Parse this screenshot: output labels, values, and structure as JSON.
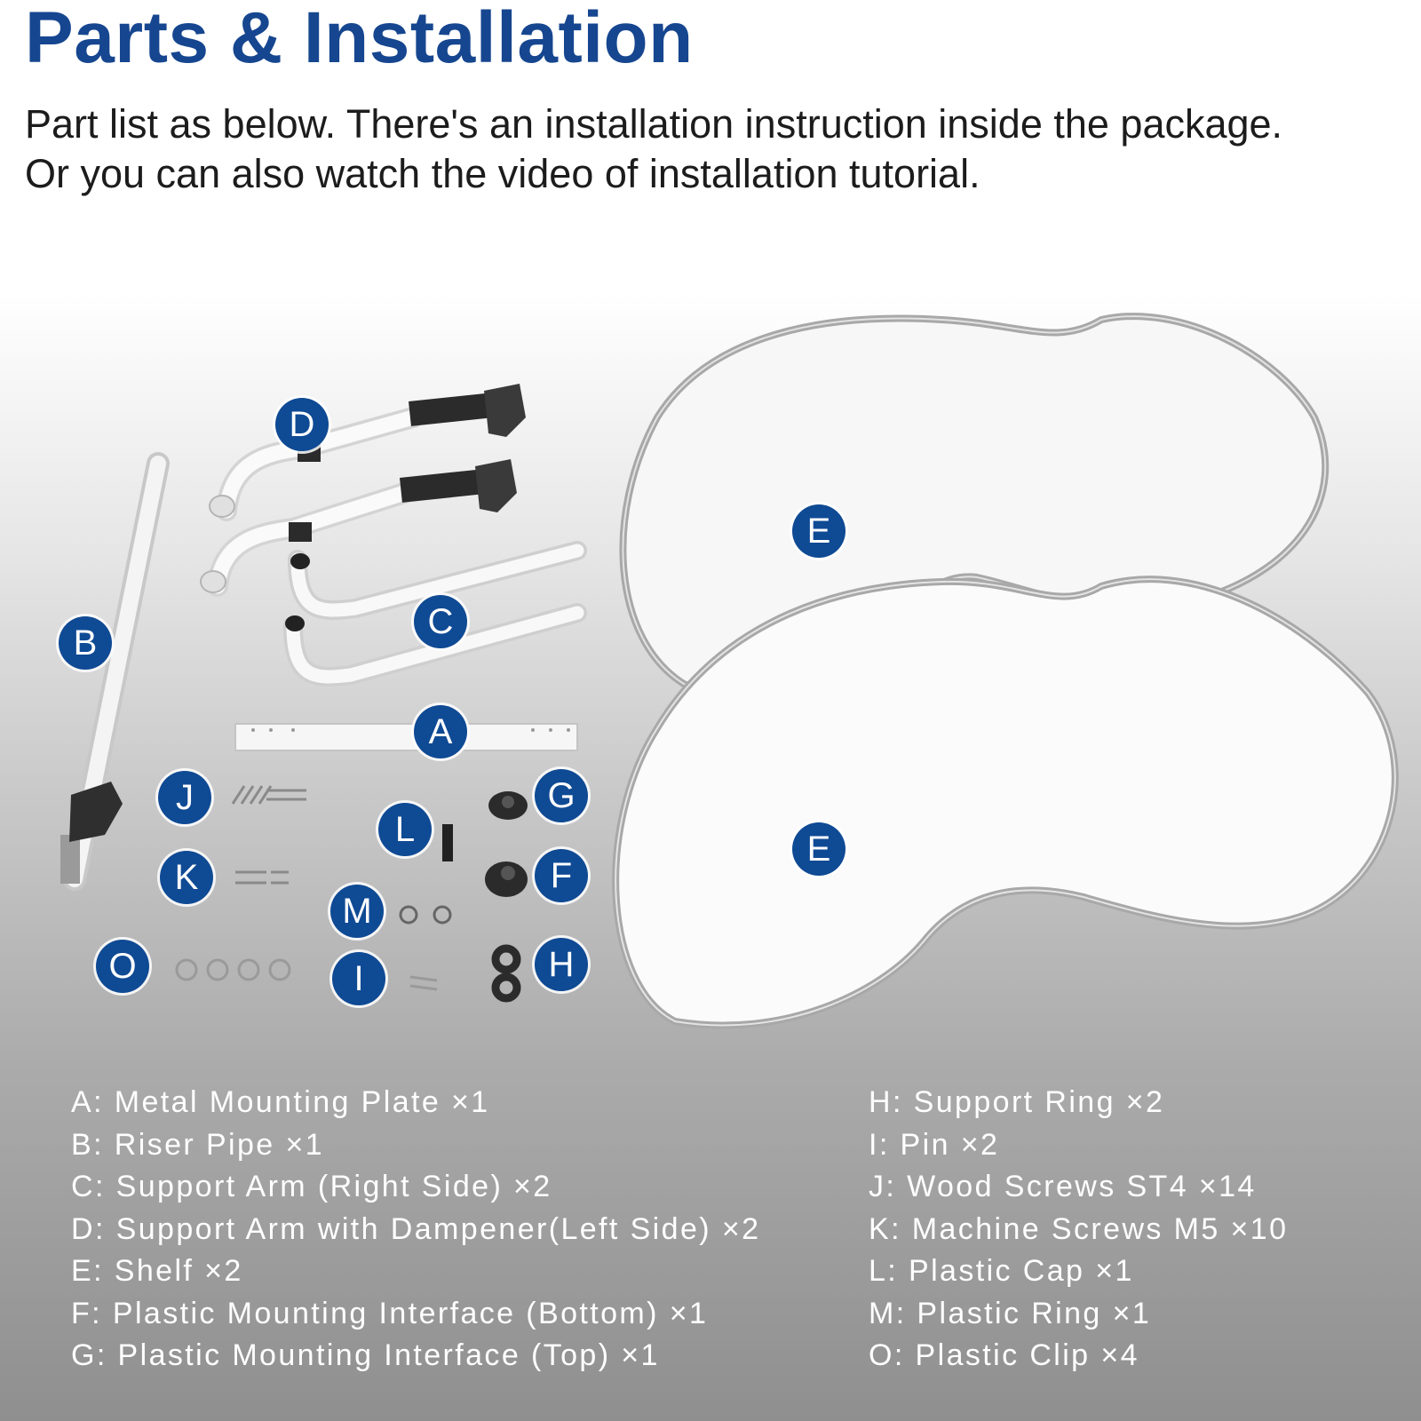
{
  "header": {
    "title": "Parts & Installation",
    "subtitle_line1": "Part list as below. There's an installation instruction inside the package.",
    "subtitle_line2": "Or you can also watch the video of installation tutorial."
  },
  "badges": {
    "a": "A",
    "b": "B",
    "c": "C",
    "d": "D",
    "e1": "E",
    "e2": "E",
    "f": "F",
    "g": "G",
    "h": "H",
    "i": "I",
    "j": "J",
    "k": "K",
    "l": "L",
    "m": "M",
    "o": "O"
  },
  "parts_left": [
    "A: Metal Mounting Plate ×1",
    "B: Riser Pipe ×1",
    "C: Support Arm (Right Side) ×2",
    "D: Support Arm with Dampener(Left Side) ×2",
    "E: Shelf ×2",
    "F: Plastic Mounting Interface (Bottom) ×1",
    "G: Plastic Mounting Interface (Top) ×1"
  ],
  "parts_right": [
    "H: Support Ring ×2",
    "I: Pin ×2",
    "J: Wood Screws ST4 ×14",
    "K: Machine Screws M5 ×10",
    "L: Plastic Cap ×1",
    "M: Plastic Ring ×1",
    "O: Plastic Clip ×4"
  ],
  "colors": {
    "accent": "#16468f",
    "badge": "#0f4a94"
  }
}
